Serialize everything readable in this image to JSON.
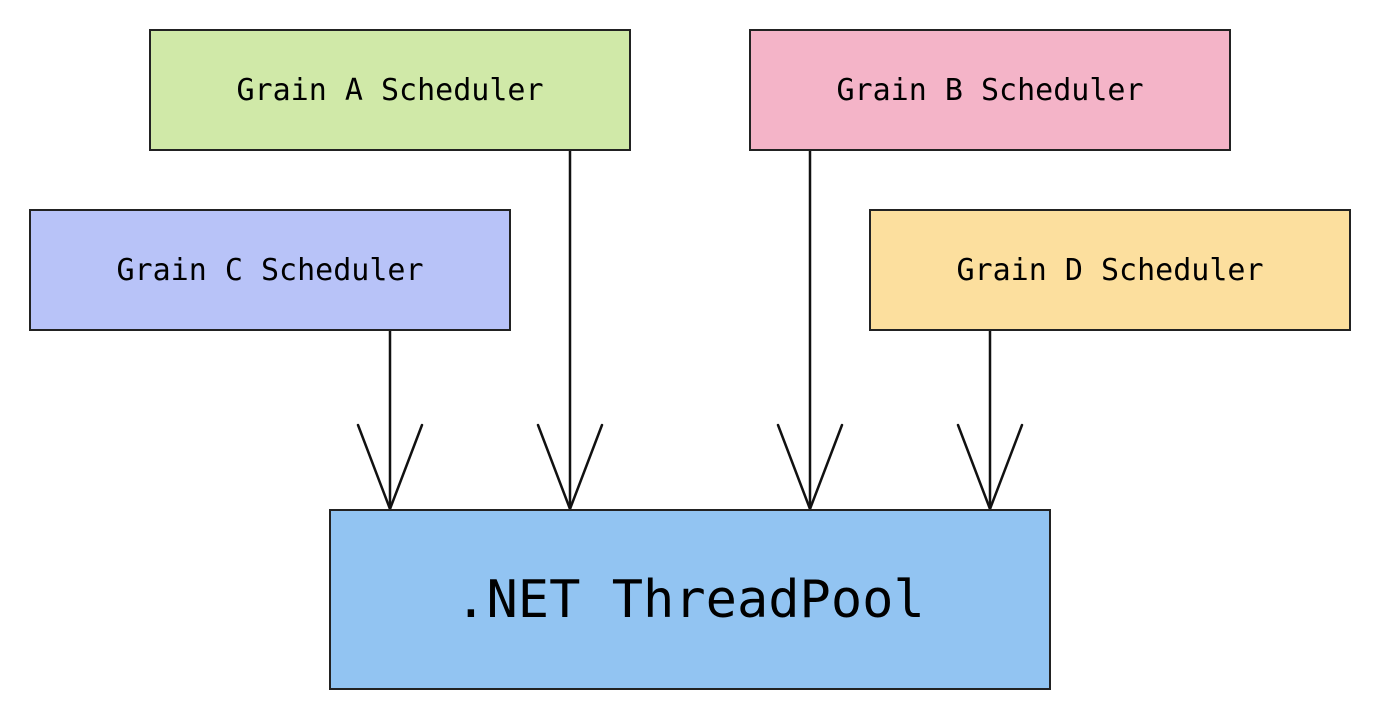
{
  "nodes": {
    "grain_a": {
      "label": "Grain A Scheduler",
      "color": "#d0e9a8"
    },
    "grain_b": {
      "label": "Grain B Scheduler",
      "color": "#f4b4c8"
    },
    "grain_c": {
      "label": "Grain C Scheduler",
      "color": "#b8c3f8"
    },
    "grain_d": {
      "label": "Grain D Scheduler",
      "color": "#fcdf9e"
    },
    "threadpool": {
      "label": ".NET ThreadPool",
      "color": "#92c4f2"
    }
  },
  "edges": [
    {
      "from": "grain_c",
      "to": "threadpool"
    },
    {
      "from": "grain_a",
      "to": "threadpool"
    },
    {
      "from": "grain_b",
      "to": "threadpool"
    },
    {
      "from": "grain_d",
      "to": "threadpool"
    }
  ]
}
